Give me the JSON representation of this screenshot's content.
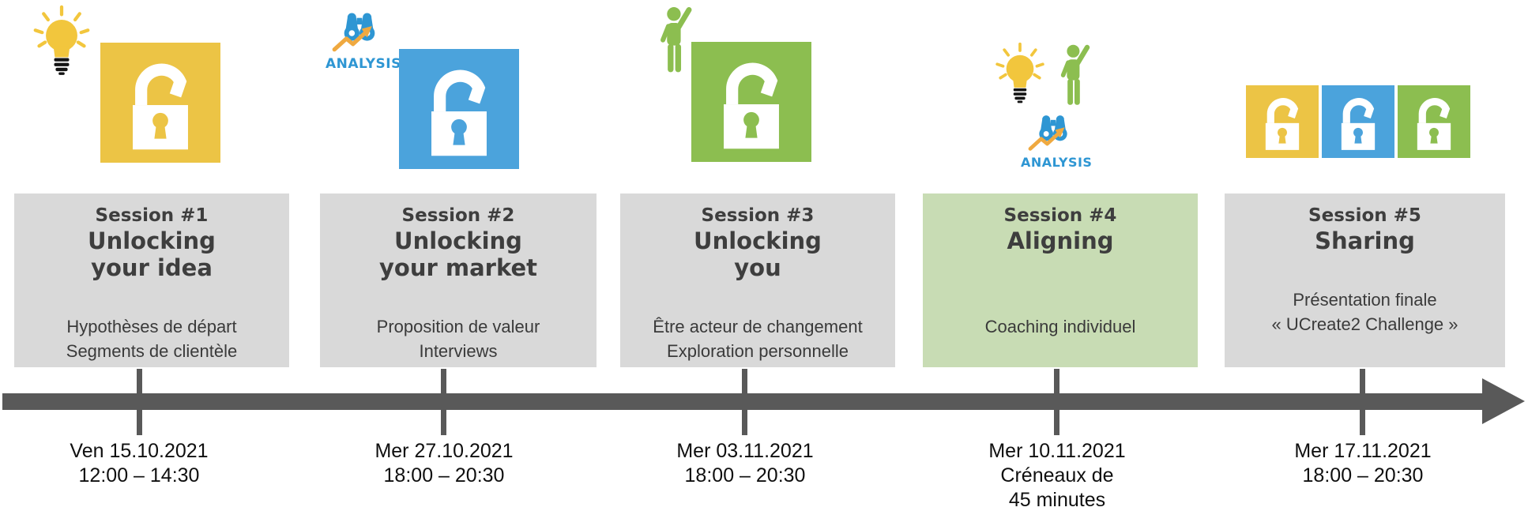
{
  "analysis_label": "ANALYSIS",
  "colors": {
    "yellow": "#ecc445",
    "blue": "#4ba3dc",
    "green": "#8cbe50",
    "box_gray": "#d9d9d9",
    "box_green": "#c8dcb4",
    "timeline_gray": "#595959",
    "heading_text": "#3e3e3e",
    "analysis_blue": "#2e96d3",
    "arrow_orange": "#efa940",
    "bulb_yellow": "#f2c63d"
  },
  "sessions": [
    {
      "label": "Session #1",
      "title_lines": [
        "Unlocking",
        "your idea"
      ],
      "description_lines": [
        "Hypothèses de départ",
        "Segments de clientèle"
      ],
      "date_lines": [
        "Ven 15.10.2021",
        "12:00 – 14:30"
      ],
      "box_color": "#d9d9d9",
      "icons": [
        "lightbulb-icon",
        "open-padlock-yellow"
      ]
    },
    {
      "label": "Session #2",
      "title_lines": [
        "Unlocking",
        "your market"
      ],
      "description_lines": [
        "Proposition de valeur",
        "Interviews"
      ],
      "date_lines": [
        "Mer 27.10.2021",
        "18:00 – 20:30"
      ],
      "box_color": "#d9d9d9",
      "icons": [
        "analysis-icon",
        "open-padlock-blue"
      ]
    },
    {
      "label": "Session #3",
      "title_lines": [
        "Unlocking",
        "you"
      ],
      "description_lines": [
        "Être acteur de changement",
        "Exploration personnelle"
      ],
      "date_lines": [
        "Mer 03.11.2021",
        "18:00 – 20:30"
      ],
      "box_color": "#d9d9d9",
      "icons": [
        "person-raising-hand-icon",
        "open-padlock-green"
      ]
    },
    {
      "label": "Session #4",
      "title_lines": [
        "Aligning"
      ],
      "description_lines": [
        "Coaching individuel"
      ],
      "date_lines": [
        "Mer 10.11.2021",
        "Créneaux de",
        "45 minutes"
      ],
      "box_color": "#c8dcb4",
      "icons": [
        "lightbulb-icon",
        "person-raising-hand-icon",
        "analysis-icon"
      ]
    },
    {
      "label": "Session #5",
      "title_lines": [
        "Sharing"
      ],
      "description_lines": [
        "Présentation finale",
        "« UCreate2 Challenge »"
      ],
      "date_lines": [
        "Mer 17.11.2021",
        "18:00 – 20:30"
      ],
      "box_color": "#d9d9d9",
      "icons": [
        "open-padlock-yellow-small",
        "open-padlock-blue-small",
        "open-padlock-green-small"
      ]
    }
  ]
}
